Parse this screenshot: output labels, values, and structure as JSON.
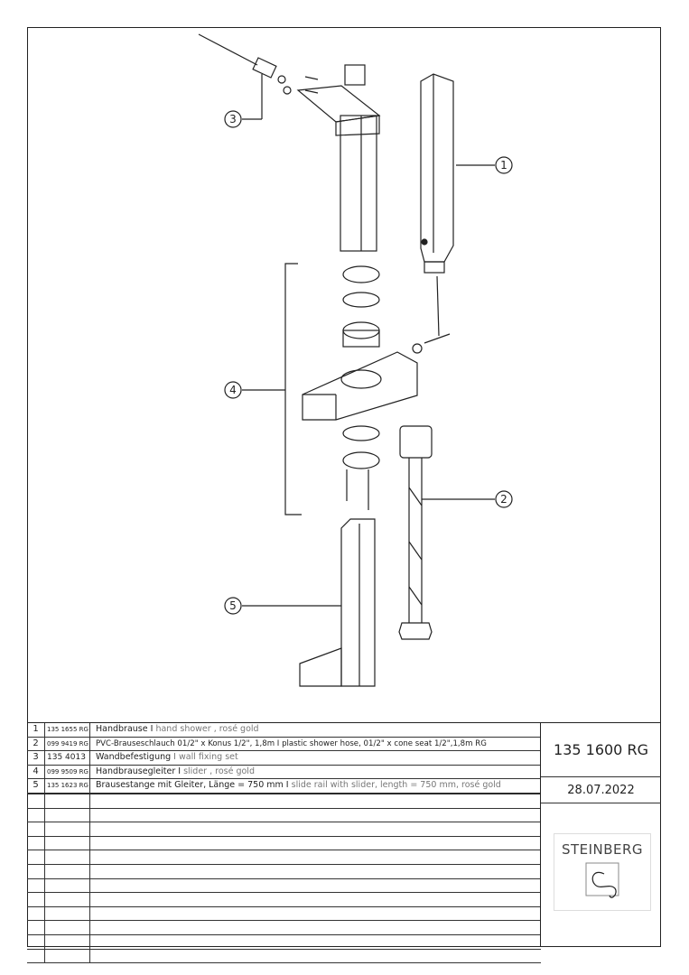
{
  "callouts": [
    "1",
    "2",
    "3",
    "4",
    "5"
  ],
  "parts": [
    {
      "pos": "1",
      "article": "135 1655 RG",
      "de": "Handbrause I",
      "en": "hand shower , rosé gold"
    },
    {
      "pos": "2",
      "article": "099 9419 RG",
      "de": "PVC-Brauseschlauch 01/2\" x Konus 1/2\", 1,8m I plastic shower hose, 01/2\" x cone seat 1/2\",1,8m RG",
      "en": ""
    },
    {
      "pos": "3",
      "article": "135 4013",
      "de": "Wandbefestigung",
      "en": "I wall fixing set"
    },
    {
      "pos": "4",
      "article": "099 9509 RG",
      "de": "Handbrausegleiter I",
      "en": "slider , rosé gold"
    },
    {
      "pos": "5",
      "article": "135 1623 RG",
      "de": "Brausestange mit Gleiter, Länge = 750 mm I",
      "en": "slide rail with slider, length = 750 mm, rosé gold"
    }
  ],
  "product_number": "135  1600 RG",
  "date": "28.07.2022",
  "brand": "STEINBERG"
}
